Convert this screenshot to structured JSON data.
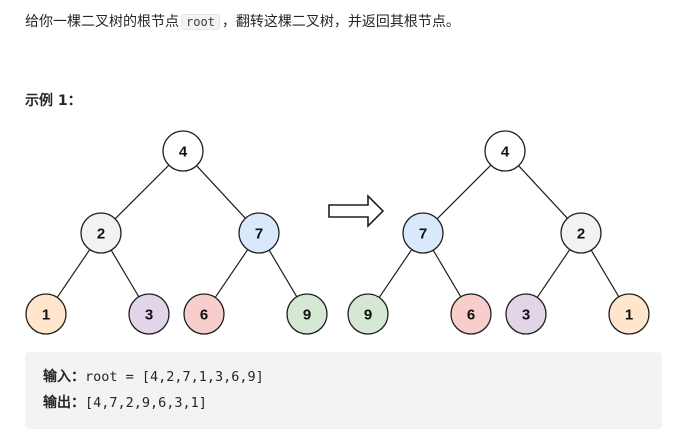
{
  "description": {
    "before": "给你一棵二叉树的根节点",
    "code": "root",
    "after": "，翻转这棵二叉树，并返回其根节点。"
  },
  "example_title": "示例 1：",
  "trees": {
    "input": {
      "nodes": [
        {
          "id": "a",
          "label": "4",
          "fill": "#ffffff"
        },
        {
          "id": "b",
          "label": "2",
          "fill": "#f2f2f2"
        },
        {
          "id": "c",
          "label": "7",
          "fill": "#dae8fc"
        },
        {
          "id": "d",
          "label": "1",
          "fill": "#ffe6cc"
        },
        {
          "id": "e",
          "label": "3",
          "fill": "#e1d5e7"
        },
        {
          "id": "f",
          "label": "6",
          "fill": "#f8cecc"
        },
        {
          "id": "g",
          "label": "9",
          "fill": "#d5e8d4"
        }
      ]
    },
    "output": {
      "nodes": [
        {
          "id": "a",
          "label": "4",
          "fill": "#ffffff"
        },
        {
          "id": "b",
          "label": "7",
          "fill": "#dae8fc"
        },
        {
          "id": "c",
          "label": "2",
          "fill": "#f2f2f2"
        },
        {
          "id": "d",
          "label": "9",
          "fill": "#d5e8d4"
        },
        {
          "id": "e",
          "label": "6",
          "fill": "#f8cecc"
        },
        {
          "id": "f",
          "label": "3",
          "fill": "#e1d5e7"
        },
        {
          "id": "g",
          "label": "1",
          "fill": "#ffe6cc"
        }
      ]
    }
  },
  "arrow_icon": "right-arrow-outline",
  "io": {
    "input_label": "输入：",
    "input_value": "root = [4,2,7,1,3,6,9]",
    "output_label": "输出：",
    "output_value": "[4,7,2,9,6,3,1]"
  }
}
